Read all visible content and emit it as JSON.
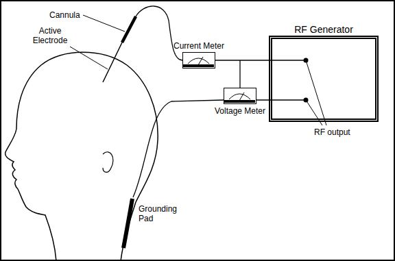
{
  "diagram": {
    "nodes": [
      {
        "text": [
          "Current Meter"
        ]
      },
      {
        "text": [
          "Voltage Meter"
        ]
      },
      {
        "text": [
          "RF Generator"
        ]
      }
    ],
    "edges": [
      {
        "from": 0,
        "to": 2,
        "arrow": "none"
      }
    ],
    "labels": [
      "Cannula",
      "Active Electrode",
      "Grounding Pad",
      "RF output"
    ]
  }
}
